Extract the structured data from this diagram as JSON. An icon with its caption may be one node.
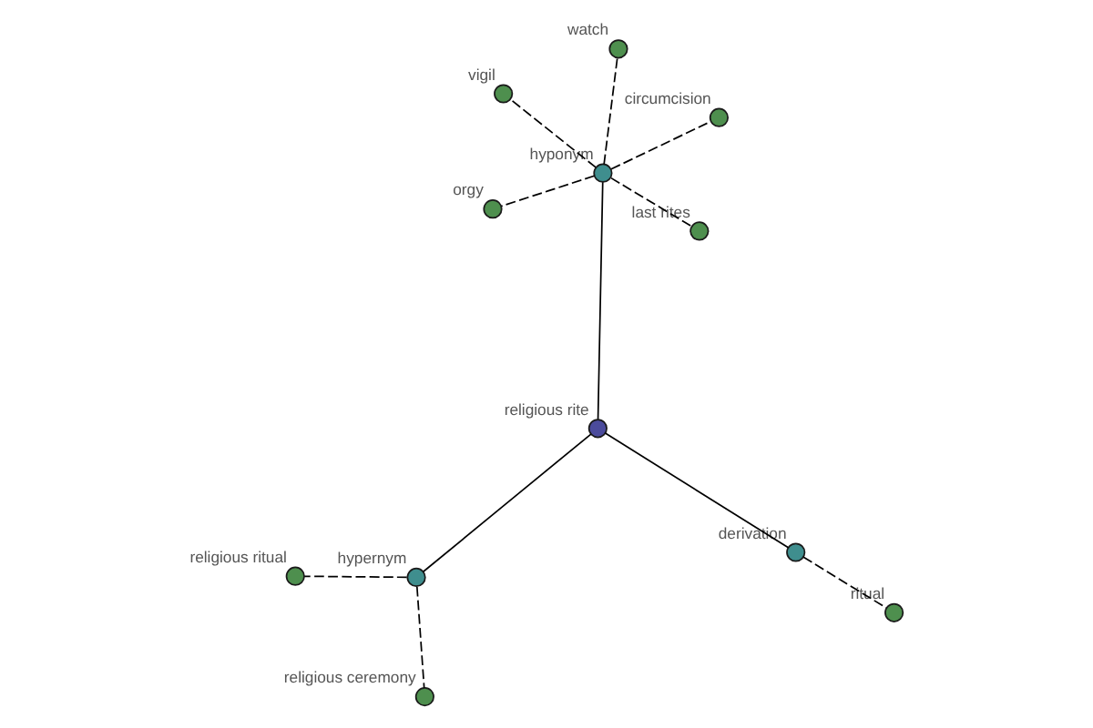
{
  "diagram": {
    "nodes": [
      {
        "text": [
          "orgy"
        ]
      },
      {
        "text": [
          "circumcision"
        ]
      },
      {
        "text": [
          "last rites"
        ]
      },
      {
        "text": [
          "watch"
        ]
      },
      {
        "text": [
          "hyponym"
        ]
      },
      {
        "text": [
          "vigil"
        ]
      },
      {
        "text": [
          "religious rite"
        ]
      },
      {
        "text": [
          "derivation"
        ]
      },
      {
        "text": [
          "ritual"
        ]
      },
      {
        "text": [
          "hypernym"
        ]
      },
      {
        "text": [
          "religious ceremony"
        ]
      },
      {
        "text": [
          "religious ritual"
        ]
      }
    ],
    "edges": [
      {
        "from": 6,
        "to": 4,
        "arrow": "none"
      },
      {
        "from": 4,
        "to": 0,
        "arrow": "none",
        "style": "dashed"
      },
      {
        "from": 4,
        "to": 1,
        "arrow": "none",
        "style": "dashed"
      },
      {
        "from": 4,
        "to": 2,
        "arrow": "none",
        "style": "dashed"
      },
      {
        "from": 4,
        "to": 3,
        "arrow": "none",
        "style": "dashed"
      },
      {
        "from": 4,
        "to": 5,
        "arrow": "none",
        "style": "dashed"
      },
      {
        "from": 6,
        "to": 7,
        "arrow": "none"
      },
      {
        "from": 7,
        "to": 8,
        "arrow": "none",
        "style": "dashed"
      },
      {
        "from": 6,
        "to": 9,
        "arrow": "none"
      },
      {
        "from": 9,
        "to": 10,
        "arrow": "none",
        "style": "dashed"
      },
      {
        "from": 9,
        "to": 11,
        "arrow": "none",
        "style": "dashed"
      }
    ]
  }
}
